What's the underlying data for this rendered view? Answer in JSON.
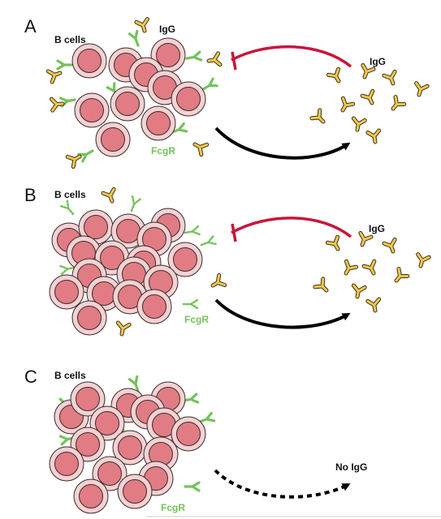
{
  "panels": [
    {
      "letter": "A",
      "b_cells_label": "B cells",
      "igg_top_label": "IgG",
      "igg_right_label": "IgG",
      "fcgr_label": "FcgR",
      "receptor_style": "solid",
      "feedback_arrow": "inhibitory",
      "production_arrow": "solid"
    },
    {
      "letter": "B",
      "b_cells_label": "B cells",
      "igg_right_label": "IgG",
      "fcgr_label": "FcgR",
      "receptor_style": "dotted",
      "feedback_arrow": "inhibitory",
      "production_arrow": "solid"
    },
    {
      "letter": "C",
      "b_cells_label": "B cells",
      "no_igg_label": "No IgG",
      "fcgr_label": "FcgR",
      "receptor_style": "solid",
      "production_arrow": "dashed"
    }
  ],
  "colors": {
    "cell_outer": "#f4d2d3",
    "cell_inner": "#e27c84",
    "cell_stroke": "#3a2a2a",
    "receptor": "#74c25c",
    "antibody": "#f2c84b",
    "inhibit_arrow": "#c8163b",
    "arrow": "#000000"
  }
}
